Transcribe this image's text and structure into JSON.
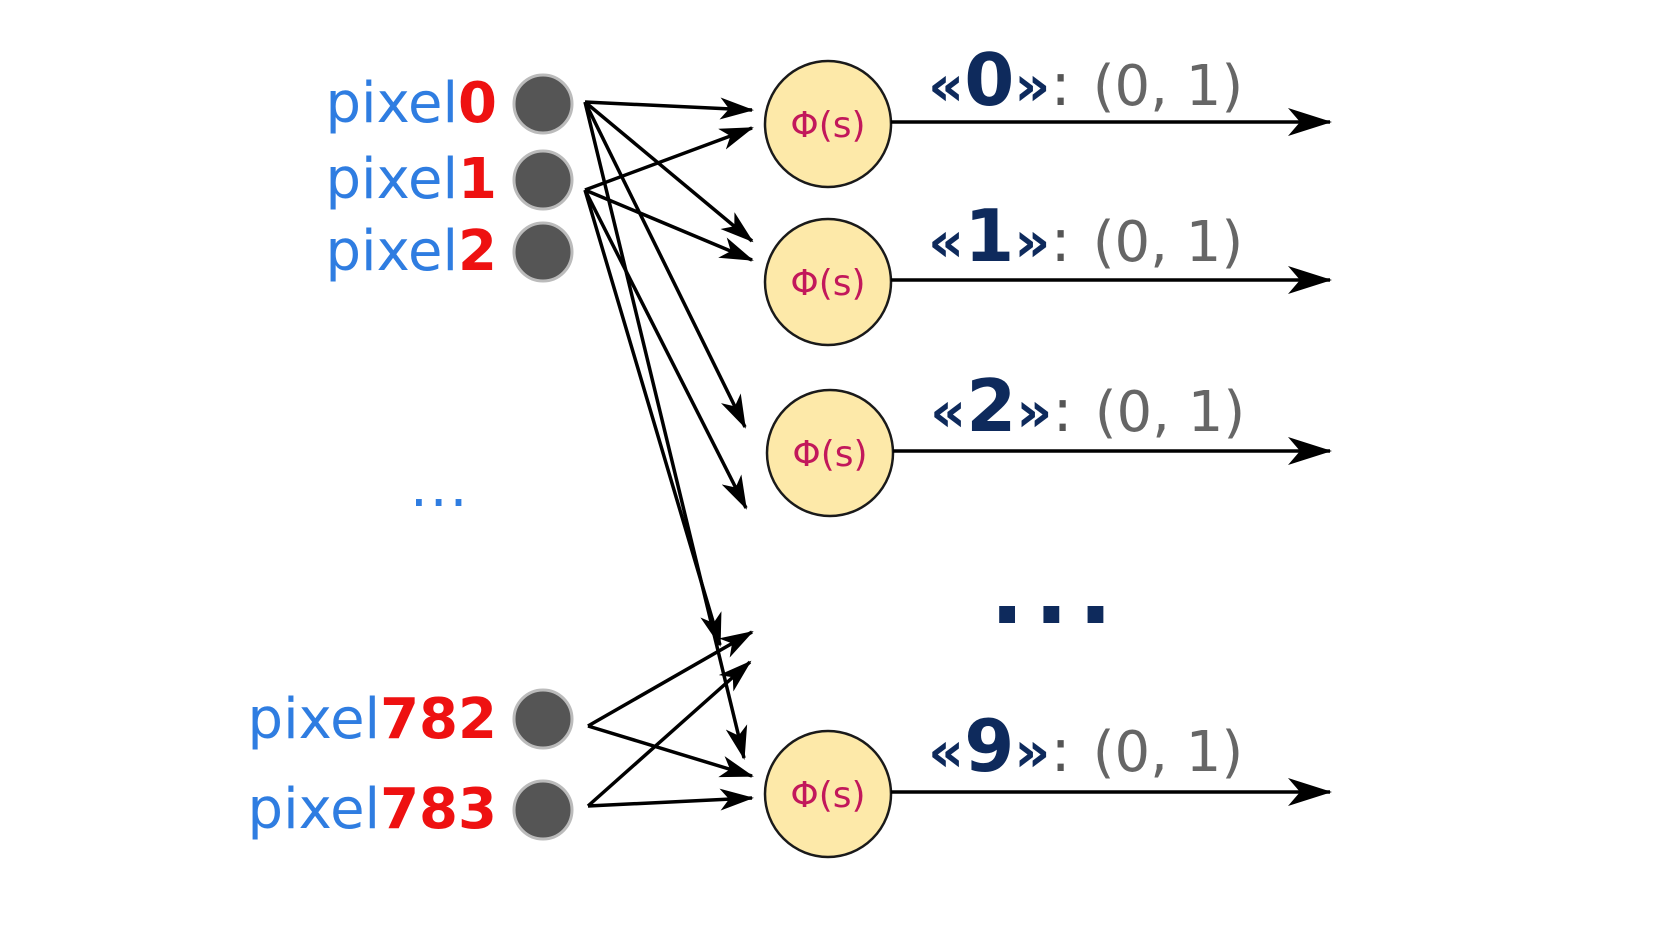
{
  "inputs": [
    {
      "prefix": "pixel",
      "index": "0"
    },
    {
      "prefix": "pixel",
      "index": "1"
    },
    {
      "prefix": "pixel",
      "index": "2"
    },
    {
      "prefix": "pixel",
      "index": "782"
    },
    {
      "prefix": "pixel",
      "index": "783"
    }
  ],
  "input_ellipsis": "...",
  "neuron_label": "Φ(s)",
  "outputs": [
    {
      "open": "«",
      "digit": "0",
      "close": "»",
      "colon": ":",
      "range": "(0, 1)"
    },
    {
      "open": "«",
      "digit": "1",
      "close": "»",
      "colon": ":",
      "range": "(0, 1)"
    },
    {
      "open": "«",
      "digit": "2",
      "close": "»",
      "colon": ":",
      "range": "(0, 1)"
    },
    {
      "open": "«",
      "digit": "9",
      "close": "»",
      "colon": ":",
      "range": "(0, 1)"
    }
  ],
  "output_ellipsis": "...",
  "colors": {
    "input_label": "#2f7de1",
    "input_index": "#ee1111",
    "input_node": "#555555",
    "neuron_fill": "#fde9a9",
    "neuron_stroke": "#1a1a1a",
    "neuron_text": "#c2185b",
    "output_digit": "#0e2a5c",
    "output_range": "#666666",
    "arrow": "#000000"
  }
}
